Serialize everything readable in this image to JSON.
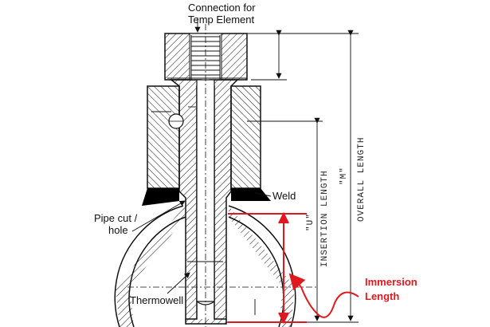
{
  "labels": {
    "connection_line1": "Connection for",
    "connection_line2": "Temp Element",
    "weld": "Weld",
    "pipe_cut_line1": "Pipe cut /",
    "pipe_cut_line2": "hole",
    "thermowell": "Thermowell",
    "immersion_line1": "Immersion",
    "immersion_line2": "Length"
  },
  "dimensions": {
    "u": "\"U\"",
    "insertion": "INSERTION LENGTH",
    "m": "\"M\"",
    "overall": "OVERALL LENGTH"
  },
  "colors": {
    "accent": "#e0191f",
    "line": "#111111",
    "weld": "#000000"
  }
}
